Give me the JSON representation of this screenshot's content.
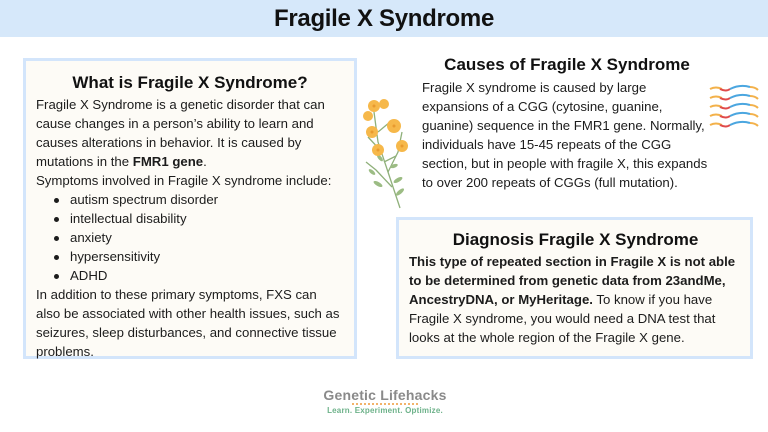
{
  "header": {
    "title": "Fragile X Syndrome",
    "background": "#d6e8fa"
  },
  "what_is": {
    "title": "What is Fragile X Syndrome?",
    "intro_text": "Fragile X Syndrome is a genetic disorder that can cause changes in a person’s ability to learn and causes alterations in behavior. It is caused by mutations in the ",
    "intro_bold": "FMR1 gene",
    "intro_end": ".",
    "symptoms_intro": "Symptoms involved in Fragile X syndrome include:",
    "symptoms": [
      "autism spectrum disorder",
      "intellectual disability",
      "anxiety",
      "hypersensitivity",
      "ADHD"
    ],
    "outro": "In addition to these primary symptoms, FXS can also be associated with other health issues, such as seizures, sleep disturbances, and connective tissue problems."
  },
  "causes": {
    "title": "Causes of Fragile X Syndrome",
    "text": "Fragile X syndrome is caused by large expansions of a CGG (cytosine, guanine, guanine)  sequence in the FMR1 gene. Normally, individuals have 15-45 repeats of the CGG section, but in people with fragile X,  this expands to over 200 repeats of CGGs (full mutation)."
  },
  "diagnosis": {
    "title": "Diagnosis Fragile X Syndrome",
    "bold_text": "This type of repeated section in Fragile X is not able to be determined from genetic data from 23andMe, AncestryDNA, or MyHeritage.",
    "text": " To know if you have Fragile X syndrome, you would need a DNA test that looks at the whole region of the Fragile X gene."
  },
  "icons": {
    "plant": "flowering-plant-icon",
    "dna": "dna-strands-icon"
  },
  "logo": {
    "name": "Genetic Lifehacks",
    "tagline": "Learn. Experiment. Optimize."
  },
  "colors": {
    "box_border": "#d3e5fb",
    "box_bg": "#fdfbf6",
    "flower": "#f6b84a",
    "leaf": "#8fb07a",
    "logo_green": "#6db28a"
  }
}
